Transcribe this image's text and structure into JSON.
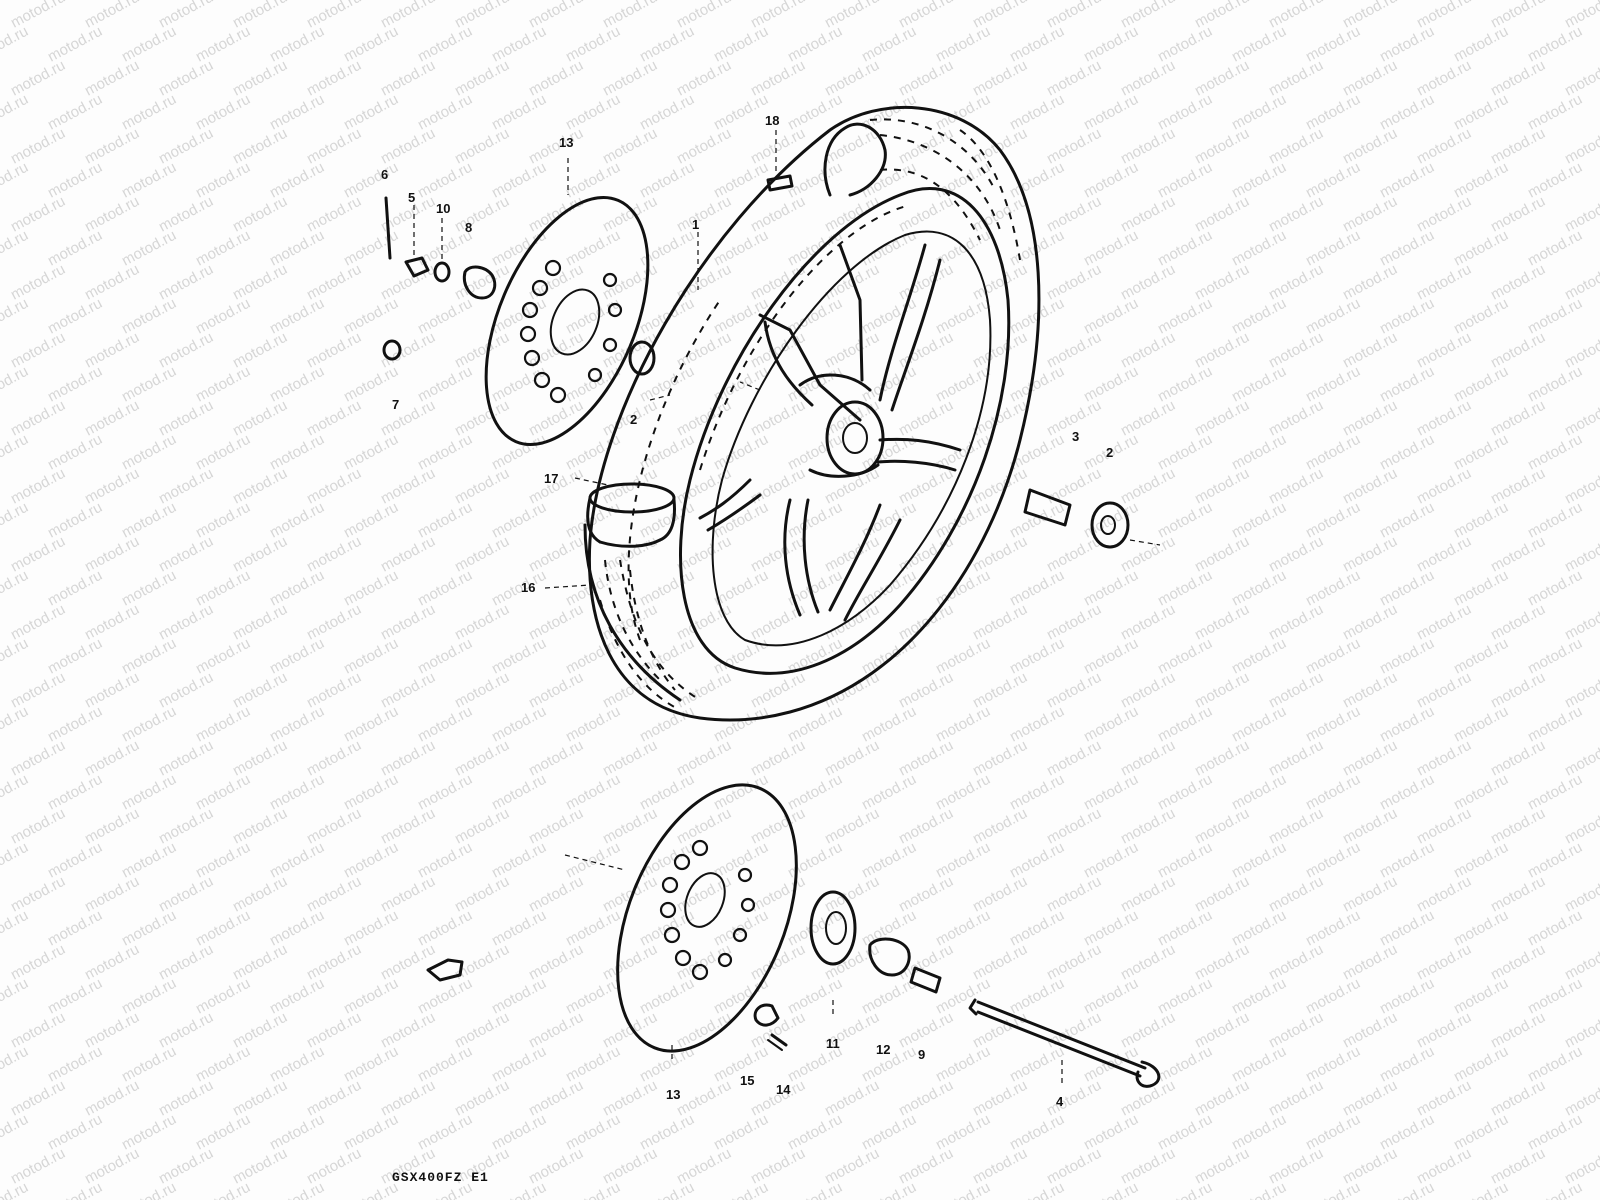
{
  "watermark": {
    "text": "motod.ru",
    "color": "#d6d6d6"
  },
  "diagram": {
    "parts": {
      "wheel": "wheel",
      "tire": "tire",
      "brake_disc": "brake-disc",
      "axle": "axle",
      "spacer": "spacer",
      "bolts": "bolts"
    },
    "labels": {
      "l1": "1",
      "l2a": "2",
      "l2b": "2",
      "l3": "3",
      "l4": "4",
      "l5": "5",
      "l6": "6",
      "l7": "7",
      "l8": "8",
      "l9": "9",
      "l10": "10",
      "l11": "11",
      "l12": "12",
      "l13a": "13",
      "l13b": "13",
      "l14": "14",
      "l15": "15",
      "l16": "16",
      "l17": "17",
      "l18": "18"
    },
    "footer_code": "GSX400FZ E1"
  }
}
